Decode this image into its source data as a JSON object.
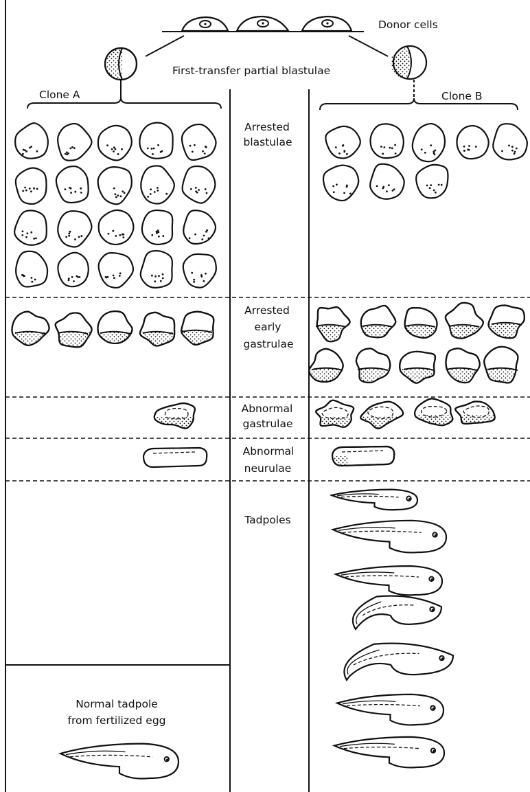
{
  "figure": {
    "donor_cells_label": "Donor cells",
    "first_transfer_label": "First-transfer partial blastulae",
    "clone_a_label": "Clone A",
    "clone_b_label": "Clone B",
    "normal_tadpole_line1": "Normal tadpole",
    "normal_tadpole_line2": "from fertilized egg",
    "rows": [
      {
        "id": "arrested-blastulae",
        "label_lines": [
          "Arrested",
          "blastulae"
        ],
        "clone_a_count": 20,
        "clone_b_count": 8
      },
      {
        "id": "arrested-early-gastrulae",
        "label_lines": [
          "Arrested",
          "early",
          "gastrulae"
        ],
        "clone_a_count": 5,
        "clone_b_count": 10
      },
      {
        "id": "abnormal-gastrulae",
        "label_lines": [
          "Abnormal",
          "gastrulae"
        ],
        "clone_a_count": 1,
        "clone_b_count": 4
      },
      {
        "id": "abnormal-neurulae",
        "label_lines": [
          "Abnormal",
          "neurulae"
        ],
        "clone_a_count": 1,
        "clone_b_count": 1
      },
      {
        "id": "tadpoles",
        "label_lines": [
          "Tadpoles"
        ],
        "clone_a_count": 0,
        "clone_b_count": 7
      }
    ]
  }
}
